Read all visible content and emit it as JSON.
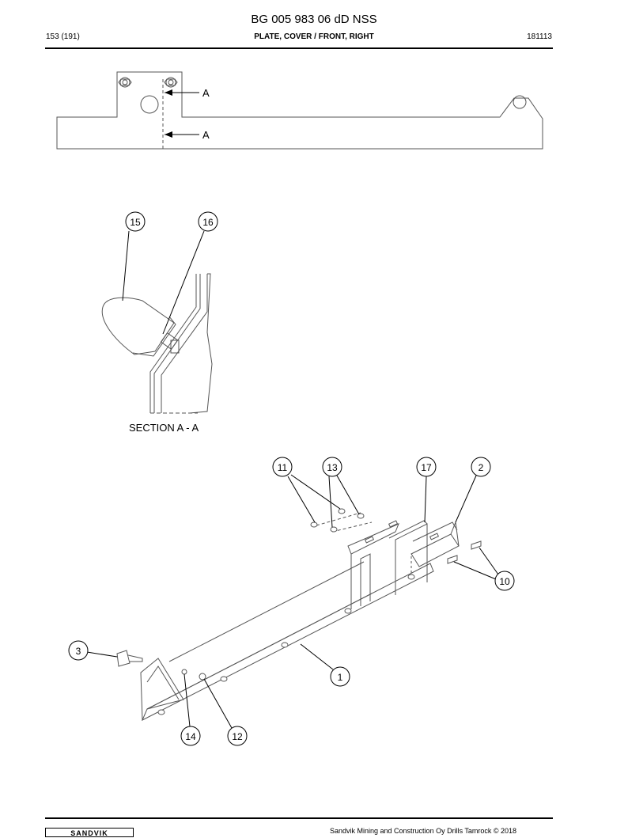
{
  "header": {
    "title": "BG 005 983 06 dD NSS",
    "page": "153 (191)",
    "subtitle": "PLATE, COVER / FRONT, RIGHT",
    "code": "181113"
  },
  "top_view": {
    "section_mark_top": "A",
    "section_mark_bottom": "A"
  },
  "section": {
    "caption": "SECTION A - A",
    "callouts": [
      "15",
      "16"
    ]
  },
  "isometric": {
    "callouts": [
      "11",
      "13",
      "17",
      "2",
      "10",
      "3",
      "1",
      "14",
      "12"
    ]
  },
  "footer": {
    "copyright": "Sandvik Mining and Construction Oy Drills Tamrock © 2018",
    "logo": "SANDVIK"
  }
}
